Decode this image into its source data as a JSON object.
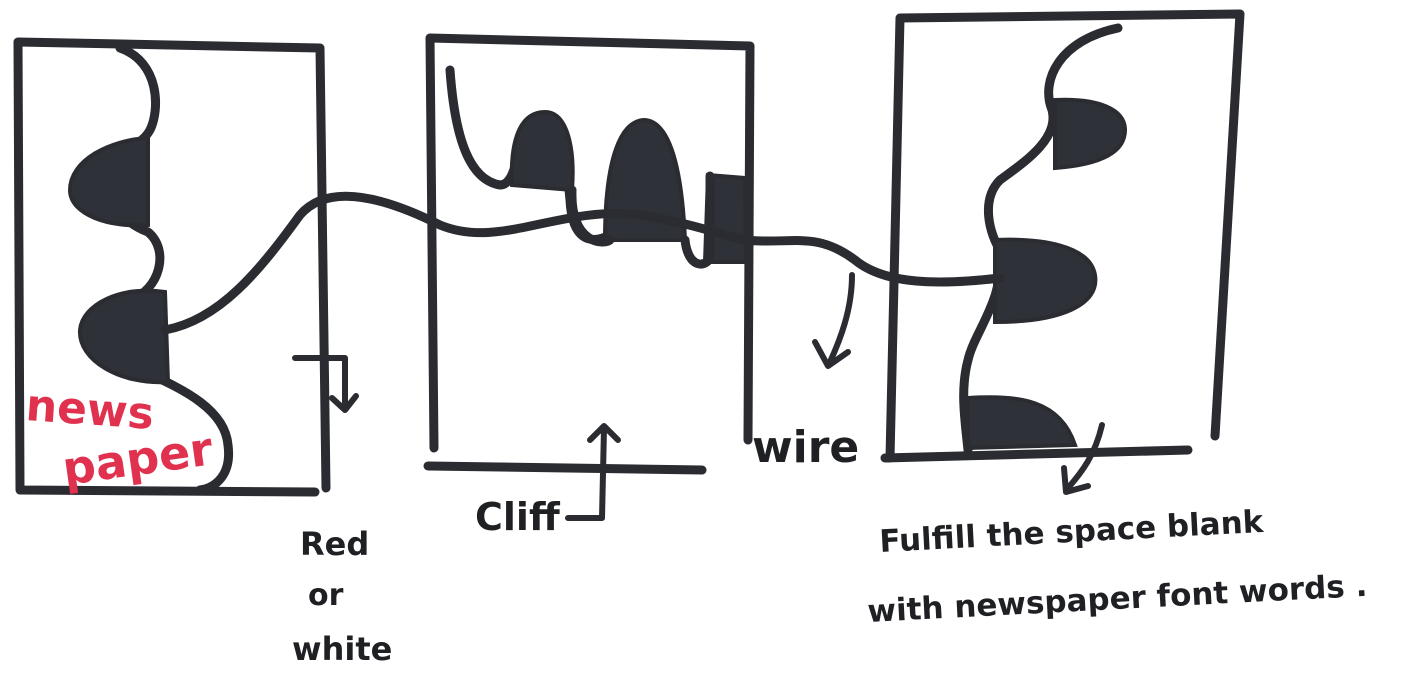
{
  "panel_left": {
    "label_line1": "news",
    "label_line2": "paper",
    "label_color": "#e0314f"
  },
  "note_red_white": {
    "line1": "Red",
    "line2": "or",
    "line3": "white"
  },
  "note_cliff": "Cliff",
  "note_wire": "wire",
  "note_fill": {
    "line1": "Fulfill the space blank",
    "line2": "with newspaper font words ."
  },
  "colors": {
    "ink": "#2a2c31",
    "fill": "#2f3138",
    "paper": "#ffffff"
  }
}
